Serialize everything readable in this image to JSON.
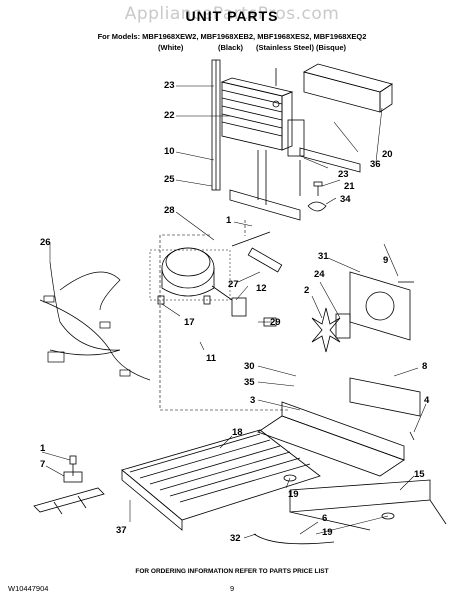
{
  "watermark": "AppliancePartsPros.com",
  "title": "UNIT PARTS",
  "models_line": "For Models: MBF1968XEW2, MBF1968XEB2, MBF1968XES2, MBF1968XEQ2",
  "variants": [
    "(White)",
    "(Black)",
    "(Stainless Steel)",
    "(Bisque)"
  ],
  "callouts": [
    "23",
    "22",
    "10",
    "25",
    "28",
    "1",
    "20",
    "36",
    "23",
    "21",
    "34",
    "26",
    "31",
    "9",
    "24",
    "12",
    "27",
    "2",
    "17",
    "29",
    "11",
    "30",
    "35",
    "8",
    "3",
    "4",
    "18",
    "1",
    "7",
    "15",
    "19",
    "37",
    "6",
    "32",
    "19"
  ],
  "footer_note": "FOR ORDERING INFORMATION REFER TO PARTS PRICE LIST",
  "doc_number": "W10447904",
  "page_number": "9"
}
